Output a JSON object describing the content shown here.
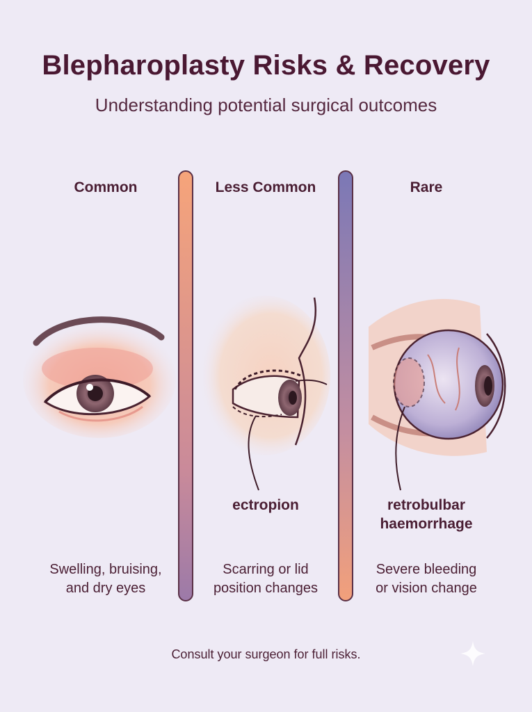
{
  "header": {
    "title": "Blepharoplasty Risks & Recovery",
    "subtitle": "Understanding potential surgical outcomes"
  },
  "columns": [
    {
      "heading": "Common",
      "label_lines": [],
      "description_lines": [
        "Swelling, bruising,",
        "and dry eyes"
      ]
    },
    {
      "heading": "Less Common",
      "label_lines": [
        "ectropion"
      ],
      "description_lines": [
        "Scarring or lid",
        "position changes"
      ]
    },
    {
      "heading": "Rare",
      "label_lines": [
        "retrobulbar",
        "haemorrhage"
      ],
      "description_lines": [
        "Severe bleeding",
        "or vision change"
      ]
    }
  ],
  "footer": {
    "note": "Consult your surgeon for full risks."
  },
  "colors": {
    "background": "#eeeaf5",
    "text": "#4a1e33",
    "bar_warm": "#f6a47a",
    "bar_cool": "#7b78b6"
  },
  "icons": [
    "front-eye-icon",
    "side-profile-eye-icon",
    "eyeball-anatomy-icon",
    "sparkle-icon"
  ]
}
